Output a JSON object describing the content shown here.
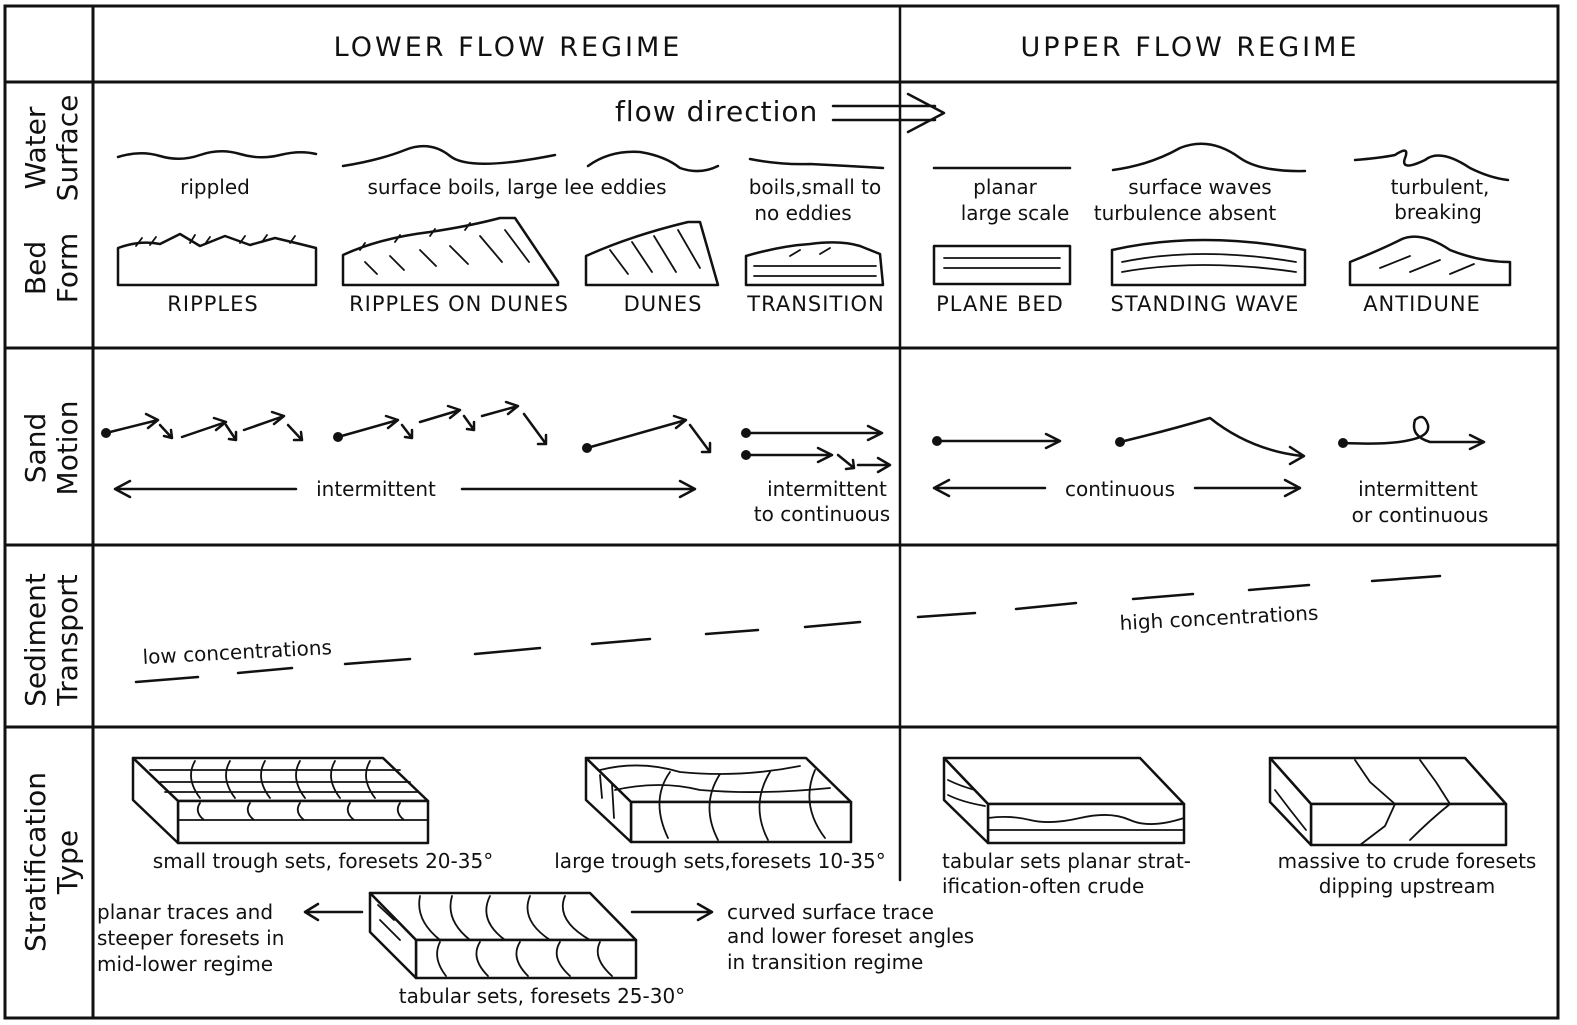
{
  "headers": {
    "lower": "LOWER FLOW REGIME",
    "upper": "UPPER FLOW REGIME"
  },
  "rows": {
    "water_surface": [
      "Water",
      "Surface"
    ],
    "bed_form": [
      "Bed",
      "Form"
    ],
    "sand_motion": [
      "Sand",
      "Motion"
    ],
    "sediment_transport": [
      "Sediment",
      "Transport"
    ],
    "stratification_type": [
      "Stratification",
      "Type"
    ]
  },
  "flow_direction": "flow direction",
  "water_surface_labels": {
    "rippled": "rippled",
    "surface_boils": "surface boils, large lee eddies",
    "boils_small_1": "boils,small to",
    "boils_small_2": "no eddies",
    "planar_1": "planar",
    "planar_2": "large scale",
    "surface_waves_1": "surface waves",
    "surface_waves_2": "turbulence absent",
    "turbulent_1": "turbulent,",
    "turbulent_2": "breaking"
  },
  "bed_forms": {
    "ripples": "RIPPLES",
    "ripples_on_dunes": "RIPPLES ON DUNES",
    "dunes": "DUNES",
    "transition": "TRANSITION",
    "plane_bed": "PLANE BED",
    "standing_wave": "STANDING WAVE",
    "antidune": "ANTIDUNE"
  },
  "sand_motion_labels": {
    "intermittent": "intermittent",
    "int_to_cont_1": "intermittent",
    "int_to_cont_2": "to continuous",
    "continuous": "continuous",
    "int_or_cont_1": "intermittent",
    "int_or_cont_2": "or continuous"
  },
  "sediment_labels": {
    "low": "low concentrations",
    "high": "high concentrations"
  },
  "stratification_labels": {
    "small_trough": "small trough sets, foresets 20-35°",
    "large_trough": "large trough sets,foresets 10-35°",
    "tabular_planar_1": "tabular sets planar strat-",
    "tabular_planar_2": "ification-often crude",
    "massive_1": "massive to crude foresets",
    "massive_2": "dipping upstream",
    "planar_traces_1": "planar traces and",
    "planar_traces_2": "steeper foresets in",
    "planar_traces_3": "mid-lower regime",
    "curved_1": "curved surface trace",
    "curved_2": "and lower foreset angles",
    "curved_3": "in transition regime",
    "tabular_sets": "tabular sets, foresets 25-30°"
  }
}
